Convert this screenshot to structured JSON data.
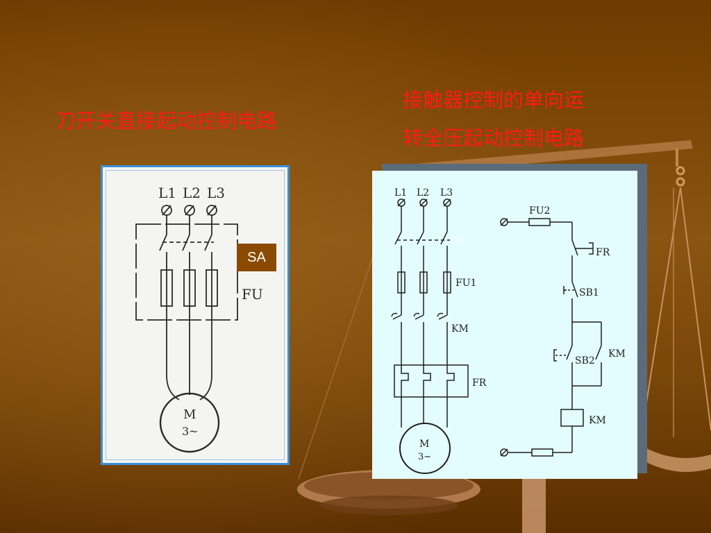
{
  "titles": {
    "left": "刀开关直接起动控制电路",
    "right_line1": "接触器控制的单向运",
    "right_line2": "转全压起动控制电路"
  },
  "left_diagram": {
    "phases": [
      "L1",
      "L2",
      "L3"
    ],
    "switch_label": "SA",
    "fuse_label": "FU",
    "motor_line1": "M",
    "motor_line2": "3~"
  },
  "right_diagram": {
    "phases": [
      "L1",
      "L2",
      "L3"
    ],
    "switch_label": "QS",
    "fuse_main": "FU1",
    "contactor_main": "KM",
    "overload_main": "FR",
    "motor_line1": "M",
    "motor_line2": "3~",
    "fuse_ctrl": "FU2",
    "fr_contact": "FR",
    "stop_button": "SB1",
    "start_button": "SB2",
    "aux_contact": "KM",
    "coil": "KM"
  },
  "colors": {
    "title": "#ff1a1a",
    "sa_badge_bg": "#8a4a00",
    "left_panel_border": "#3a8fd6",
    "right_panel_bg": "#e3fcfe"
  }
}
